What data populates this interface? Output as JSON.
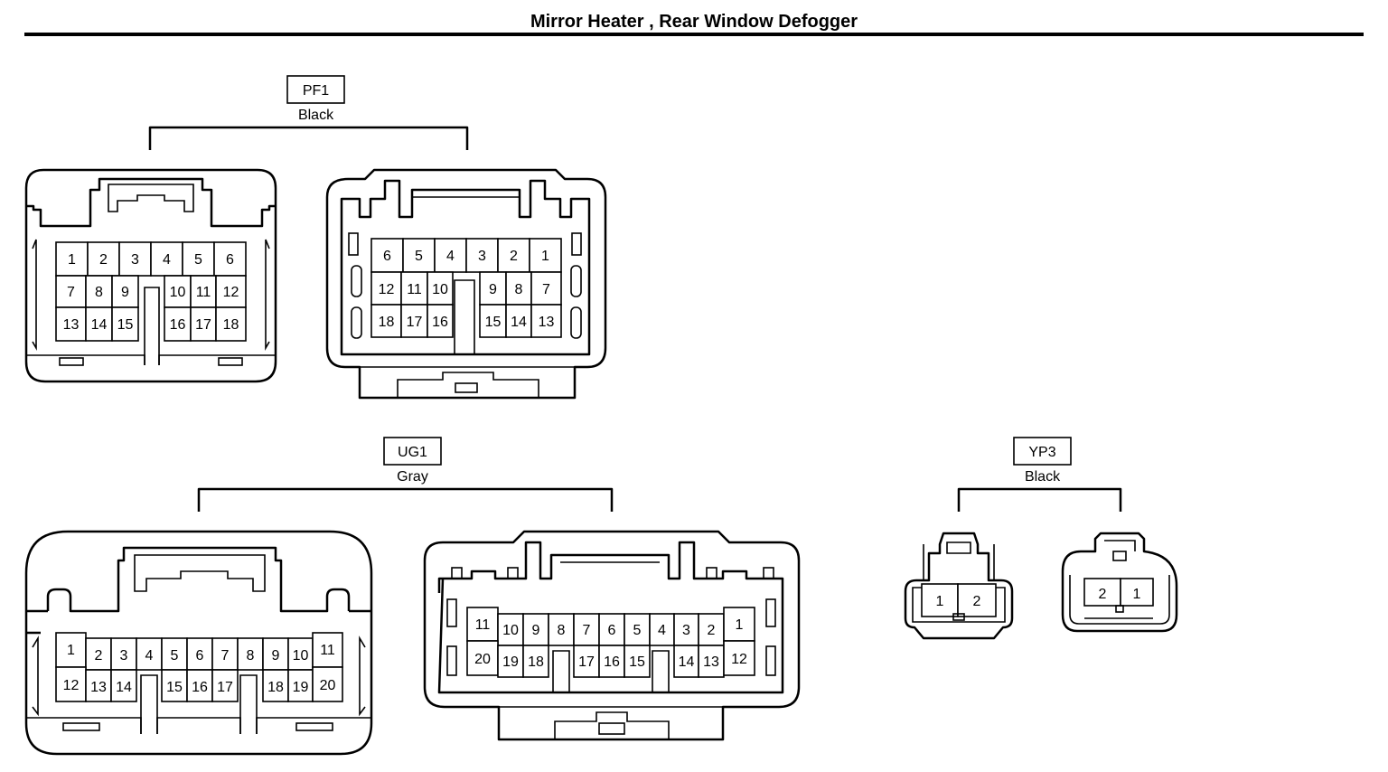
{
  "title": "Mirror Heater , Rear Window Defogger",
  "connectors": [
    {
      "id": "PF1",
      "color": "Black",
      "left_pins": [
        [
          "1",
          "2",
          "3",
          "4",
          "5",
          "6"
        ],
        [
          "7",
          "8",
          "9",
          "10",
          "11",
          "12"
        ],
        [
          "13",
          "14",
          "15",
          "16",
          "17",
          "18"
        ]
      ],
      "right_pins": [
        [
          "6",
          "5",
          "4",
          "3",
          "2",
          "1"
        ],
        [
          "12",
          "11",
          "10",
          "9",
          "8",
          "7"
        ],
        [
          "18",
          "17",
          "16",
          "15",
          "14",
          "13"
        ]
      ]
    },
    {
      "id": "UG1",
      "color": "Gray",
      "left_pins": [
        [
          "1",
          "2",
          "3",
          "4",
          "5",
          "6",
          "7",
          "8",
          "9",
          "10",
          "11"
        ],
        [
          "12",
          "13",
          "14",
          "15",
          "16",
          "17",
          "18",
          "19",
          "20"
        ]
      ],
      "right_pins": [
        [
          "11",
          "10",
          "9",
          "8",
          "7",
          "6",
          "5",
          "4",
          "3",
          "2",
          "1"
        ],
        [
          "20",
          "19",
          "18",
          "17",
          "16",
          "15",
          "14",
          "13",
          "12"
        ]
      ]
    },
    {
      "id": "YP3",
      "color": "Black",
      "left_pins": [
        "1",
        "2"
      ],
      "right_pins": [
        "2",
        "1"
      ]
    }
  ]
}
